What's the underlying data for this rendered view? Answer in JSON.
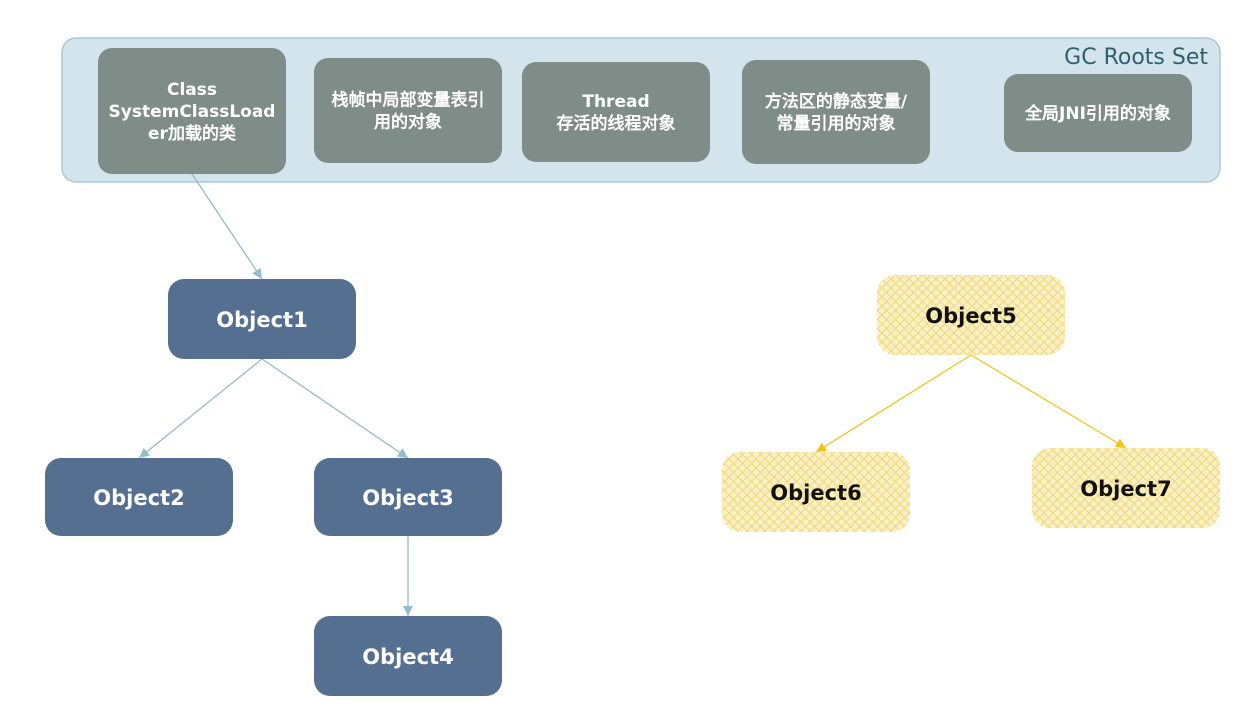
{
  "colors": {
    "panel_fill": "#d3e4ec",
    "panel_stroke": "#a8c8d8",
    "panel_title": "#2f5f6c",
    "root_fill": "#7f8c87",
    "root_text": "#ffffff",
    "reachable_fill": "#546f90",
    "reachable_text": "#ffffff",
    "reachable_edge": "#93bccd",
    "unreachable_fill": "#fbf1c6",
    "unreachable_hatch": "#f2d87a",
    "unreachable_text": "#111111",
    "unreachable_edge": "#f2c41a"
  },
  "gc_roots": {
    "title": "GC Roots Set",
    "items": [
      {
        "id": "class-loader",
        "lines": [
          "Class",
          "SystemClassLoad",
          "er加载的类"
        ]
      },
      {
        "id": "stack-frame",
        "lines": [
          "栈帧中局部变量表引",
          "用的对象"
        ]
      },
      {
        "id": "thread",
        "lines": [
          "Thread",
          "存活的线程对象"
        ]
      },
      {
        "id": "static-vars",
        "lines": [
          "方法区的静态变量/",
          "常量引用的对象"
        ]
      },
      {
        "id": "jni",
        "lines": [
          "全局JNI引用的对象"
        ]
      }
    ]
  },
  "reachable_objects": [
    {
      "id": "object1",
      "label": "Object1"
    },
    {
      "id": "object2",
      "label": "Object2"
    },
    {
      "id": "object3",
      "label": "Object3"
    },
    {
      "id": "object4",
      "label": "Object4"
    }
  ],
  "unreachable_objects": [
    {
      "id": "object5",
      "label": "Object5"
    },
    {
      "id": "object6",
      "label": "Object6"
    },
    {
      "id": "object7",
      "label": "Object7"
    }
  ],
  "edges": [
    {
      "from": "class-loader",
      "to": "object1",
      "kind": "reachable"
    },
    {
      "from": "object1",
      "to": "object2",
      "kind": "reachable"
    },
    {
      "from": "object1",
      "to": "object3",
      "kind": "reachable"
    },
    {
      "from": "object3",
      "to": "object4",
      "kind": "reachable"
    },
    {
      "from": "object5",
      "to": "object6",
      "kind": "unreachable"
    },
    {
      "from": "object5",
      "to": "object7",
      "kind": "unreachable"
    }
  ]
}
